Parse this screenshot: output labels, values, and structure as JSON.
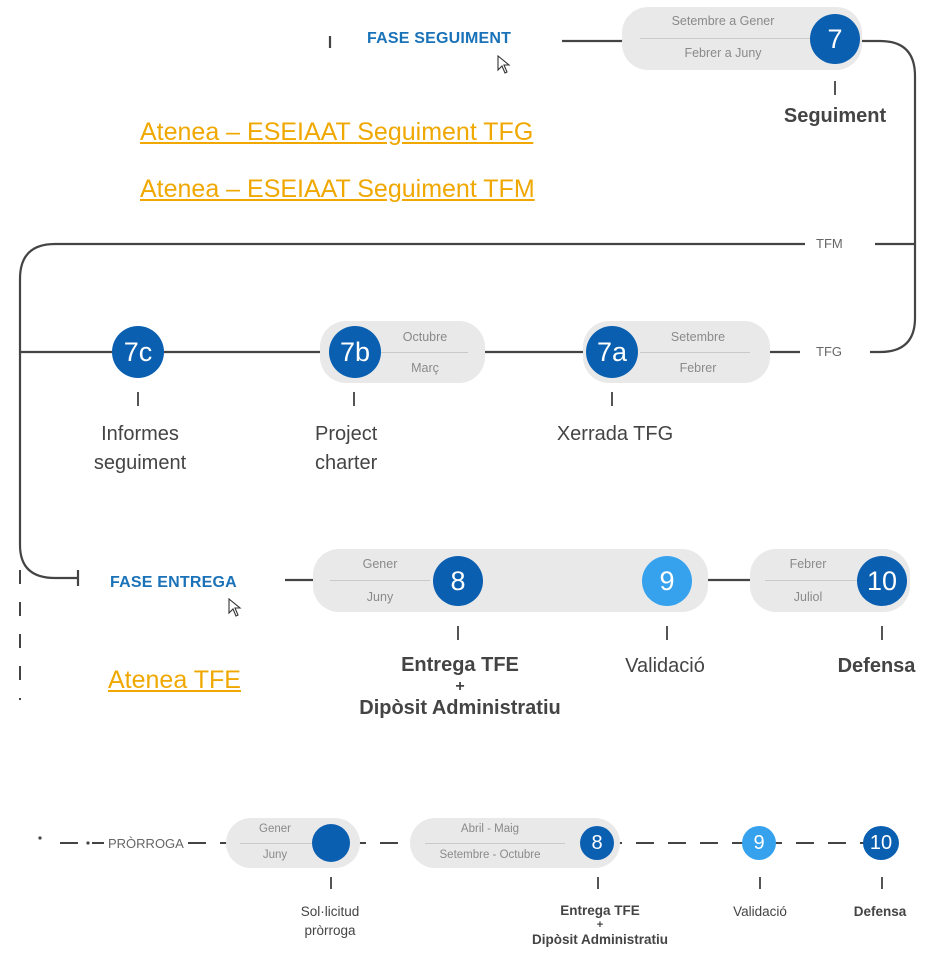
{
  "seguiment": {
    "phase_label": "FASE SEGUIMENT",
    "period_top": "Setembre a Gener",
    "period_bottom": "Febrer a Juny",
    "step_number": "7",
    "step_label": "Seguiment",
    "links": [
      "Atenea – ESEIAAT Seguiment TFG",
      "Atenea – ESEIAAT Seguiment TFM"
    ]
  },
  "branches": {
    "tfm": "TFM",
    "tfg": "TFG"
  },
  "tfg_steps": [
    {
      "number": "7a",
      "period_top": "Setembre",
      "period_bottom": "Febrer",
      "label": [
        "Xerrada TFG"
      ]
    },
    {
      "number": "7b",
      "period_top": "Octubre",
      "period_bottom": "Març",
      "label": [
        "Project",
        "charter"
      ]
    },
    {
      "number": "7c",
      "label": [
        "Informes",
        "seguiment"
      ]
    }
  ],
  "entrega": {
    "phase_label": "FASE ENTREGA",
    "link": "Atenea TFE",
    "pill1": {
      "top": "Gener",
      "bottom": "Juny"
    },
    "pill2": {
      "top": "Febrer",
      "bottom": "Juliol"
    },
    "steps": [
      {
        "number": "8",
        "label": [
          "Entrega TFE",
          "+",
          "Dipòsit Administratiu"
        ]
      },
      {
        "number": "9",
        "label": [
          "Validació"
        ]
      },
      {
        "number": "10",
        "label": [
          "Defensa"
        ]
      }
    ]
  },
  "prorroga": {
    "label": "PRÒRROGA",
    "pill1": {
      "top": "Gener",
      "bottom": "Juny"
    },
    "pill2": {
      "top": "Abril - Maig",
      "bottom": "Setembre - Octubre"
    },
    "request_label": [
      "Sol·licitud",
      "pròrroga"
    ],
    "steps": [
      {
        "number": "8",
        "label": [
          "Entrega TFE",
          "+",
          "Dipòsit Administratiu"
        ]
      },
      {
        "number": "9",
        "label": [
          "Validació"
        ]
      },
      {
        "number": "10",
        "label": [
          "Defensa"
        ]
      }
    ]
  },
  "colors": {
    "dark_step": "#0b5fb0",
    "light_step": "#36a2ee",
    "phase": "#1a72b8",
    "link": "#f0a800",
    "pill": "#e9e9e9"
  },
  "icons": [
    "cursor-icon"
  ]
}
